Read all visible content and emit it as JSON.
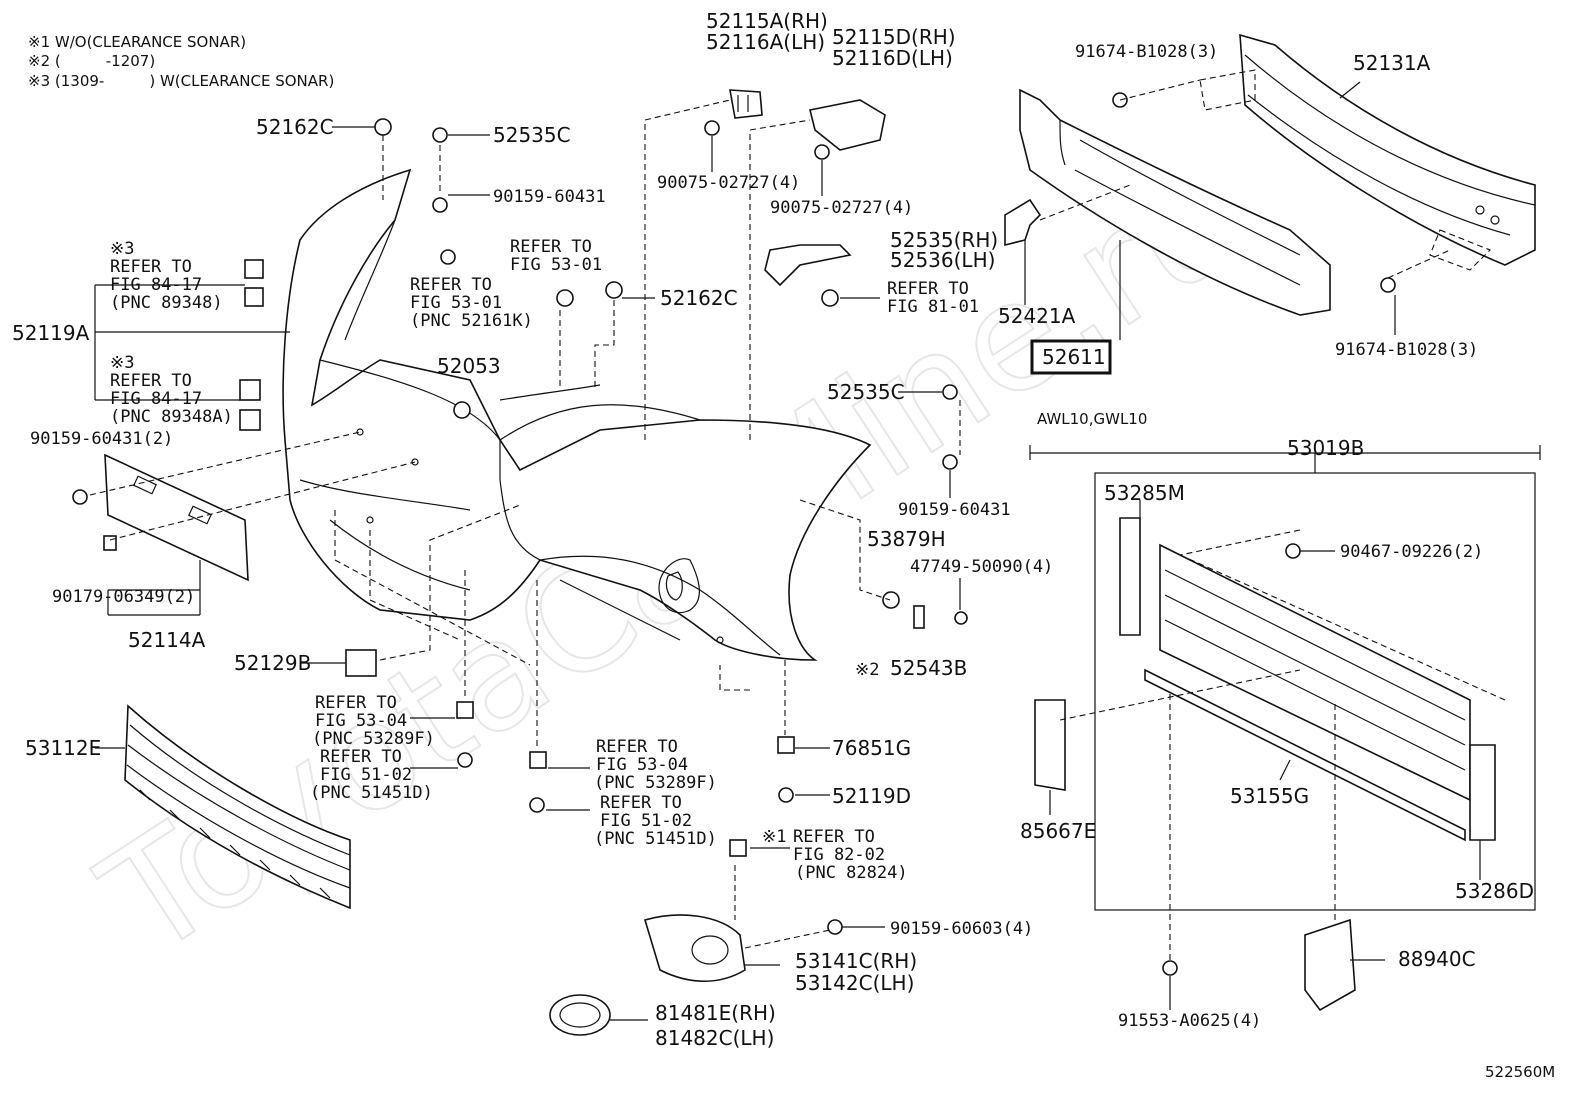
{
  "notes": [
    "※1 W/O(CLEARANCE SONAR)",
    "※2 (　　　-1207)",
    "※3 (1309-　　　) W(CLEARANCE SONAR)"
  ],
  "watermark": "ToyotaCarMine.ru",
  "diagram_id": "522560M",
  "group_label": "AWL10,GWL10",
  "highlighted_part": "52611",
  "labels": {
    "p52115A": "52115A(RH)",
    "p52116A": "52116A(LH)",
    "p52115D": "52115D(RH)",
    "p52116D": "52116D(LH)",
    "p91674_top": "91674-B1028(3)",
    "p52131A": "52131A",
    "p52162C_a": "52162C",
    "p52535C_a": "52535C",
    "p90159_60431_a": "90159-60431",
    "p90075_a": "90075-02727(4)",
    "p90075_b": "90075-02727(4)",
    "refer_53_01_a_1": "REFER TO",
    "refer_53_01_a_2": "FIG 53-01",
    "refer_53_01_b_1": "REFER TO",
    "refer_53_01_b_2": "FIG 53-01",
    "refer_53_01_b_3": "(PNC 52161K)",
    "p52162C_b": "52162C",
    "p52535_rh": "52535(RH)",
    "p52536_lh": "52536(LH)",
    "refer_81_01_1": "REFER TO",
    "refer_81_01_2": "FIG 81-01",
    "p52421A": "52421A",
    "p91674_bot": "91674-B1028(3)",
    "mark3_a": "※3",
    "refer_84_17_a_1": "REFER TO",
    "refer_84_17_a_2": "FIG 84-17",
    "refer_84_17_a_3": "(PNC 89348)",
    "p52119A": "52119A",
    "mark3_b": "※3",
    "refer_84_17_b_1": "REFER TO",
    "refer_84_17_b_2": "FIG 84-17",
    "refer_84_17_b_3": "(PNC 89348A)",
    "p52053": "52053",
    "p52535C_b": "52535C",
    "p90159_60431_2": "90159-60431(2)",
    "p90159_60431_b": "90159-60431",
    "p53019B": "53019B",
    "p53285M": "53285M",
    "p90467": "90467-09226(2)",
    "p53879H": "53879H",
    "p47749": "47749-50090(4)",
    "p90179": "90179-06349(2)",
    "p52114A": "52114A",
    "p52129B": "52129B",
    "mark2": "※2",
    "p52543B": "52543B",
    "refer_53_04_a_1": "REFER TO",
    "refer_53_04_a_2": "FIG 53-04",
    "refer_53_04_a_3": "(PNC 53289F)",
    "refer_51_02_a_1": "REFER TO",
    "refer_51_02_a_2": "FIG 51-02",
    "refer_51_02_a_3": "(PNC 51451D)",
    "p53112E": "53112E",
    "p76851G": "76851G",
    "refer_53_04_b_1": "REFER TO",
    "refer_53_04_b_2": "FIG 53-04",
    "refer_53_04_b_3": "(PNC 53289F)",
    "refer_51_02_b_1": "REFER TO",
    "refer_51_02_b_2": "FIG 51-02",
    "refer_51_02_b_3": "(PNC 51451D)",
    "p52119D": "52119D",
    "mark1": "※1",
    "refer_82_02_1": "REFER TO",
    "refer_82_02_2": "FIG 82-02",
    "refer_82_02_3": "(PNC 82824)",
    "p85667E": "85667E",
    "p53155G": "53155G",
    "p53286D": "53286D",
    "p90159_60603": "90159-60603(4)",
    "p53141C": "53141C(RH)",
    "p53142C": "53142C(LH)",
    "p88940C": "88940C",
    "p91553": "91553-A0625(4)",
    "p81481E": "81481E(RH)",
    "p81482C": "81482C(LH)"
  }
}
